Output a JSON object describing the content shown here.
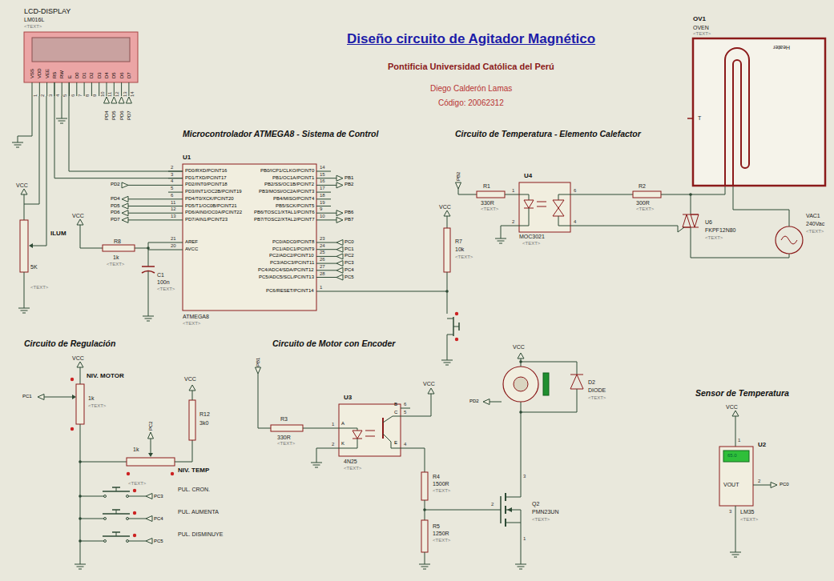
{
  "diagram": {
    "title": "Diseño circuito de Agitador Magnético",
    "nodes": [
      {
        "text": [
          "LCD-DISPLAY",
          "LM016L",
          "<TEXT>"
        ]
      },
      {
        "text": [
          "U1",
          "ATMEGA8",
          "<TEXT>"
        ]
      },
      {
        "text": [
          "U4",
          "MOC3021",
          "<TEXT>"
        ]
      },
      {
        "text": [
          "OV1",
          "OVEN",
          "<TEXT>",
          "T",
          "Heater"
        ]
      },
      {
        "text": [
          "U3",
          "4N25",
          "<TEXT>"
        ]
      },
      {
        "text": [
          "U2",
          "65.0",
          "VOUT",
          "LM35",
          "<TEXT>"
        ]
      }
    ],
    "edges": [
      {
        "from": 0,
        "to": 1,
        "arrow": "none"
      },
      {
        "from": 0,
        "to": 1,
        "arrow": "none"
      }
    ],
    "labels": [
      "Pontificia Universidad Católica del Perú",
      "Diego Calderón Lamas",
      "Código: 20062312",
      "Microcontrolador ATMEGA8 - Sistema de Control",
      "Circuito de Temperatura - Elemento Calefactor",
      "Circuito de Regulación",
      "Circuito de Motor con Encoder",
      "Sensor de Temperatura",
      "VSS",
      "VDD",
      "VEE",
      "RS",
      "RW",
      "E",
      "D0",
      "D1",
      "D2",
      "D3",
      "D4",
      "D5",
      "D6",
      "D7",
      "1",
      "2",
      "3",
      "4",
      "5",
      "6",
      "7",
      "8",
      "9",
      "10",
      "11",
      "12",
      "13",
      "14",
      "PD4",
      "PD5",
      "PD6",
      "PD7",
      "VCC",
      "ILUM",
      "5K",
      "<TEXT>",
      "2",
      "PD0/RXD/PCINT16",
      "3",
      "PD1/TXD/PCINT17",
      "4",
      "PD2/INT0/PCINT18",
      "5",
      "PD3/INT1/OC2B/PCINT19",
      "6",
      "PD4/T0/XCK/PCINT20",
      "11",
      "PD5/T1/OC0B/PCINT21",
      "12",
      "PD6/AIN0/OC0A/PCINT22",
      "13",
      "PD7/AIN1/PCINT23",
      "21",
      "AREF",
      "20",
      "AVCC",
      "14",
      "PB0/ICP1/CLKO/PCINT0",
      "15",
      "PB1/OC1A/PCINT1",
      "16",
      "PB2/SS/OC1B/PCINT2",
      "17",
      "PB3/MOSI/OC2A/PCINT3",
      "18",
      "PB4/MISO/PCINT4",
      "19",
      "PB5/SCK/PCINT5",
      "9",
      "PB6/TOSC1/XTAL1/PCINT6",
      "10",
      "PB7/TOSC2/XTAL2/PCINT7",
      "23",
      "PC0/ADC0/PCINT8",
      "24",
      "PC1/ADC1/PCINT9",
      "25",
      "PC2/ADC2/PCINT10",
      "26",
      "PC3/ADC3/PCINT11",
      "27",
      "PC4/ADC4/SDA/PCINT12",
      "28",
      "PC5/ADC5/SCL/PCINT13",
      "1",
      "PC6/RESET/PCINT14",
      "PD2",
      "PD4",
      "PD5",
      "PD6",
      "PD7",
      "PB1",
      "PB2",
      "PB6",
      "PB7",
      "PC0",
      "PC1",
      "PC2",
      "PC3",
      "PC4",
      "PC5",
      "VCC",
      "R8",
      "1k",
      "<TEXT>",
      "C1",
      "100n",
      "<TEXT>",
      "VCC",
      "R7",
      "10k",
      "<TEXT>",
      "PB2",
      "R1",
      "330R",
      "<TEXT>",
      "R2",
      "300R",
      "<TEXT>",
      "U6",
      "FKPF12N80",
      "<TEXT>",
      "VAC1",
      "240Vac",
      "<TEXT>",
      "1",
      "2",
      "6",
      "4",
      "VCC",
      "NIV. MOTOR",
      "1k",
      "<TEXT>",
      "PC1",
      "PC2",
      "1k",
      "NIV. TEMP",
      "VCC",
      "R12",
      "3k0",
      "<TEXT>",
      "PC3",
      "PUL. CRON.",
      "PC4",
      "PUL. AUMENTA",
      "PC5",
      "PUL. DISMINUYE",
      "PB1",
      "R3",
      "330R",
      "<TEXT>",
      "1",
      "A",
      "2",
      "K",
      "6",
      "B",
      "5",
      "C",
      "4",
      "E",
      "VCC",
      "R4",
      "1500R",
      "<TEXT>",
      "R5",
      "1250R",
      "<TEXT>",
      "2",
      "3",
      "1",
      "Q2",
      "PMN23UN",
      "<TEXT>",
      "VCC",
      "D2",
      "DIODE",
      "<TEXT>",
      "PD2",
      "VCC",
      "1",
      "2",
      "PC0",
      "3"
    ]
  }
}
